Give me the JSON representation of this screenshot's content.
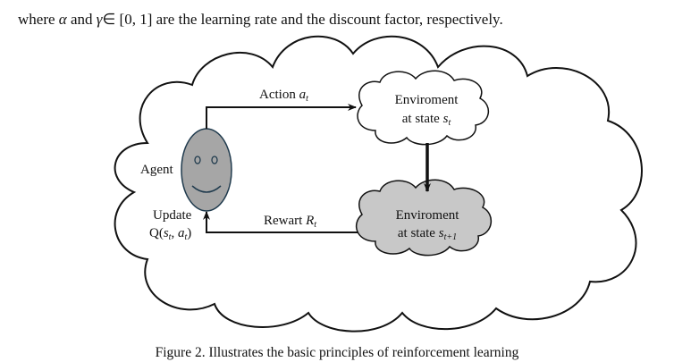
{
  "paragraph": {
    "pre": "where ",
    "alpha": "α",
    "mid": " and ",
    "gamma": "γ",
    "post": "∈ [0, 1] are the learning rate and the discount factor, respectively."
  },
  "figure": {
    "action_label": "Action ",
    "action_var": "a",
    "action_sub": "t",
    "env1_line1": "Enviroment",
    "env1_line2": "at state ",
    "env1_var": "s",
    "env1_sub": "t",
    "env2_line1": "Enviroment",
    "env2_line2": "at state ",
    "env2_var": "s",
    "env2_sub": "t+1",
    "agent_label": "Agent",
    "update_label": "Update",
    "q_prefix": "Q(",
    "q_s": "s",
    "q_s_sub": "t",
    "q_comma": ", ",
    "q_a": "a",
    "q_a_sub": "t",
    "q_suffix": ")",
    "reward_label": "Rewart ",
    "reward_var": "R",
    "reward_sub": "t",
    "colors": {
      "agent_fill": "#a6a6a6",
      "env2_fill": "#c8c8c8",
      "agent_stroke": "#1f3a4d"
    }
  },
  "caption": "Figure 2. Illustrates the basic principles of reinforcement learning"
}
